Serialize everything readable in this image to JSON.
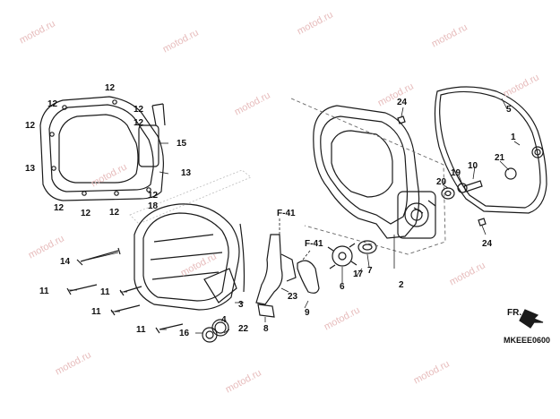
{
  "watermark": "motod.ru",
  "diagram_code": "MKEEE0600",
  "direction_label": "FR.",
  "references": [
    "F-41",
    "F-41"
  ],
  "callouts": {
    "left_cover": [
      "12",
      "12",
      "12",
      "12",
      "12",
      "13",
      "13",
      "12",
      "12",
      "12",
      "12",
      "15",
      "18"
    ],
    "lower_group": [
      "14",
      "11",
      "11",
      "11",
      "11",
      "3",
      "16",
      "4",
      "22",
      "23",
      "8",
      "9"
    ],
    "water_pump": [
      "6",
      "17",
      "7",
      "2"
    ],
    "right_cover": [
      "24",
      "24",
      "20",
      "19",
      "10",
      "21",
      "1",
      "5"
    ]
  },
  "colors": {
    "line": "#1a1a1a",
    "watermark": "#e7bcbc",
    "dashed": "#666666"
  }
}
